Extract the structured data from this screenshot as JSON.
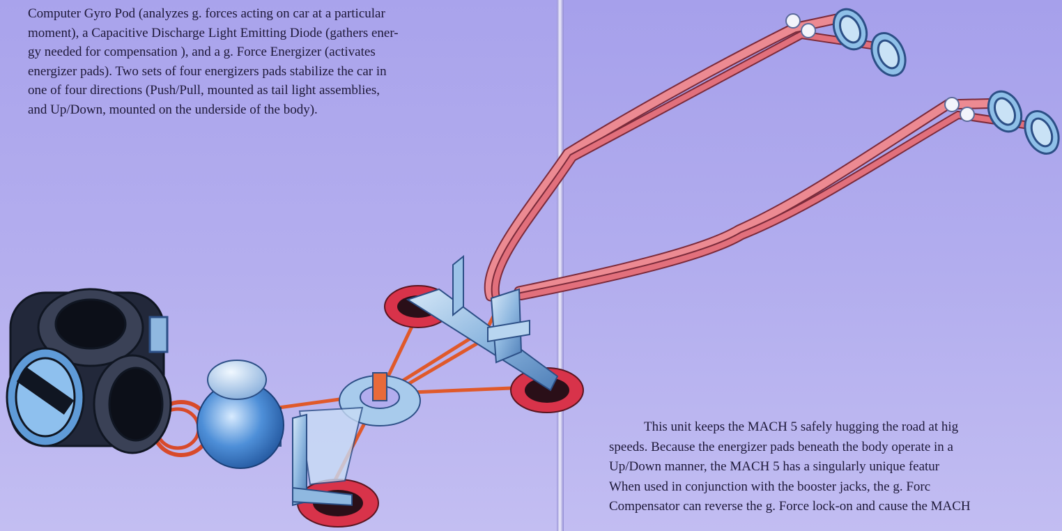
{
  "left_page": {
    "paragraph_lines": [
      "Computer Gyro Pod (analyzes g. forces acting on car at a particular",
      "moment), a Capacitive Discharge Light Emitting Diode (gathers ener-",
      "gy needed for compensation ), and a g. Force Energizer (activates",
      "energizer pads). Two sets of four energizers pads stabilize the car in",
      "one of four directions (Push/Pull, mounted as tail light assemblies,",
      "and Up/Down, mounted on the underside of the body)."
    ]
  },
  "right_page": {
    "paragraph_lines": [
      "This unit keeps the MACH 5 safely hugging the road at hig",
      "speeds. Because the energizer pads beneath the body operate in a",
      "Up/Down manner, the MACH 5 has a singularly unique featur",
      "When used in conjunction with the booster jacks, the g. Forc",
      "Compensator can reverse the g. Force lock-on and cause the MACH"
    ]
  },
  "colors": {
    "page_background": "#b0aaed",
    "metal_blue": "#8fb8e0",
    "cable_red": "#e8707a",
    "pad_red": "#d8334a",
    "wire_orange": "#e0592a"
  }
}
